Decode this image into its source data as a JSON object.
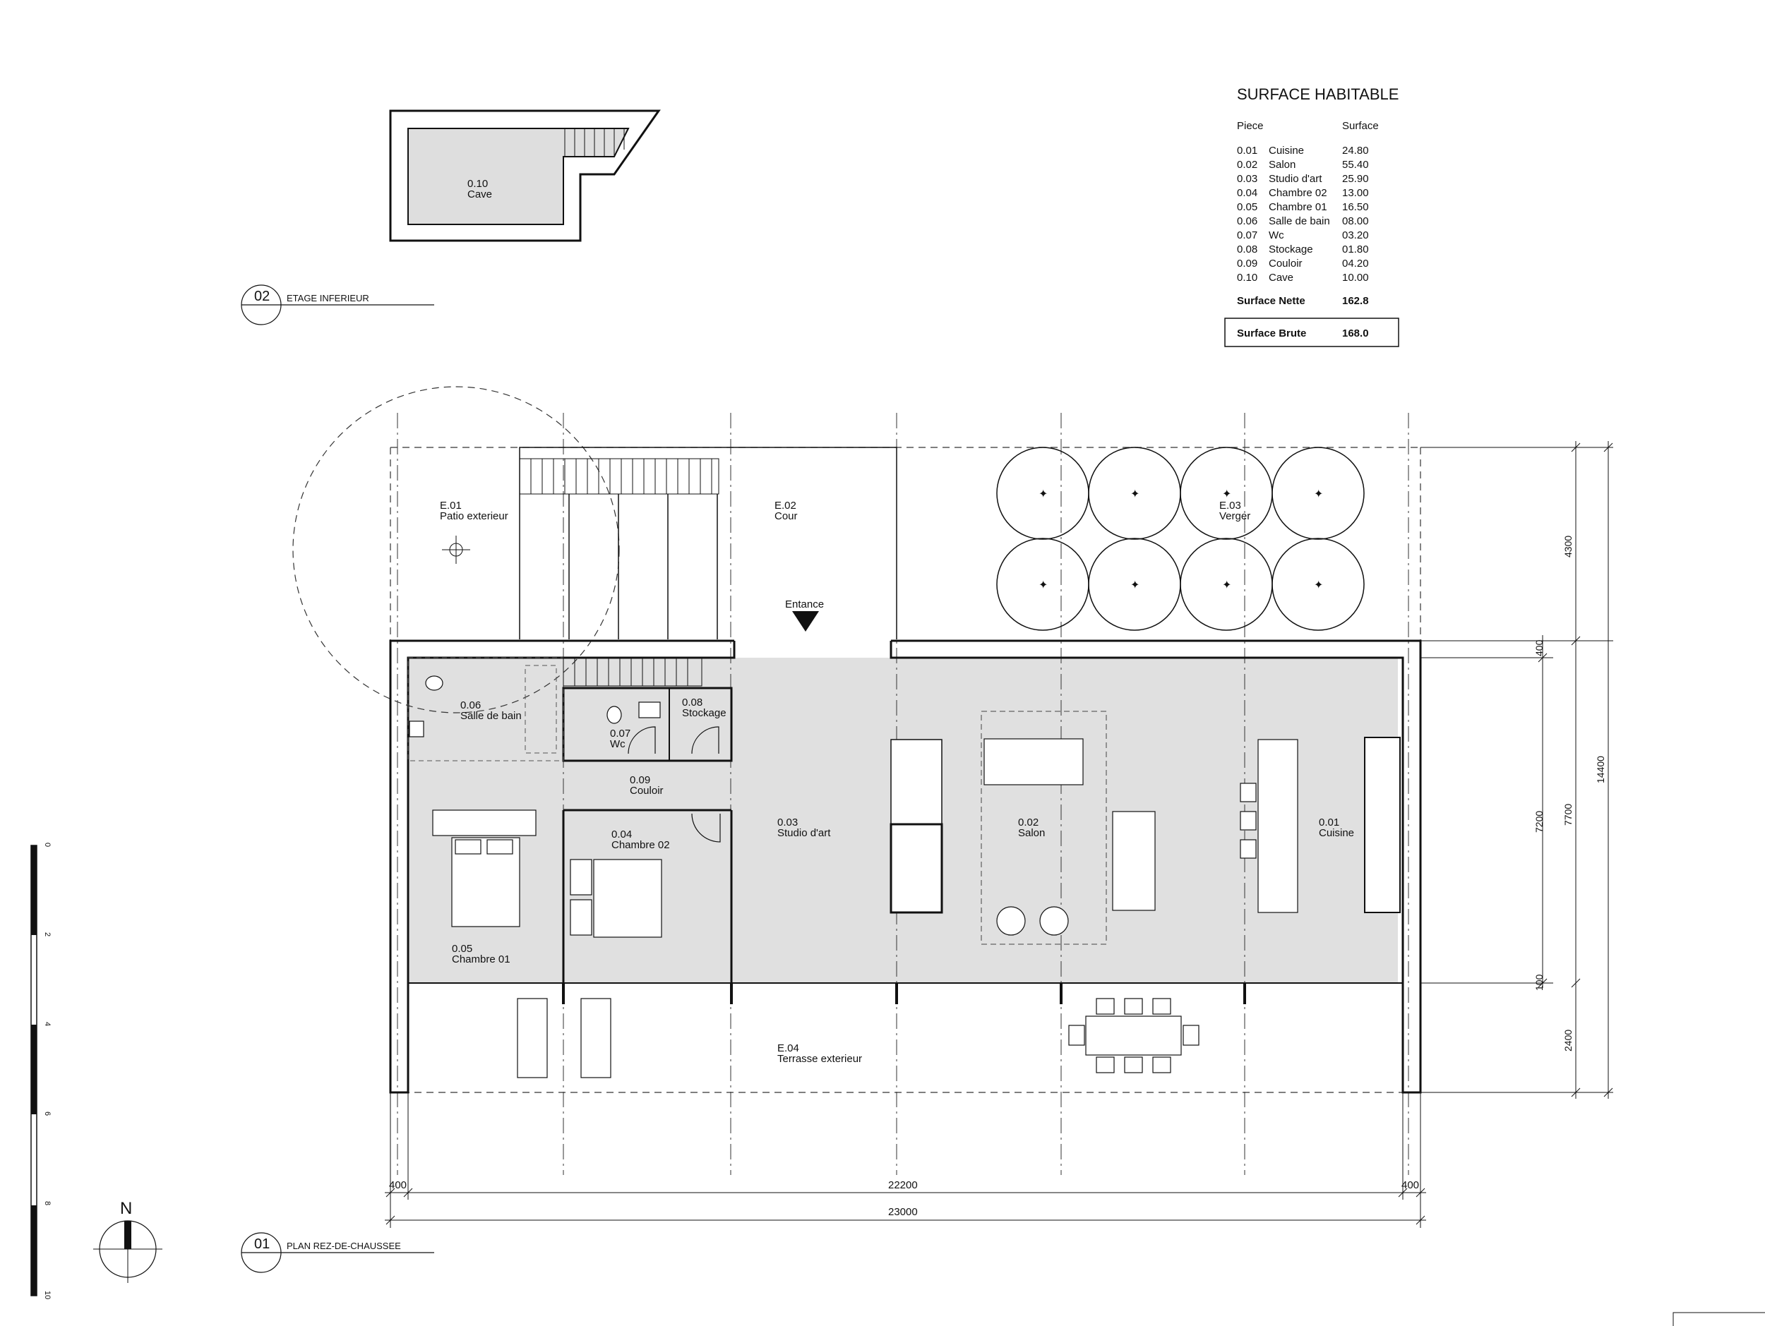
{
  "legend": {
    "title": "SURFACE HABITABLE",
    "col_piece": "Piece",
    "col_surface": "Surface",
    "rows": [
      {
        "code": "0.01",
        "name": "Cuisine",
        "surface": "24.80"
      },
      {
        "code": "0.02",
        "name": "Salon",
        "surface": "55.40"
      },
      {
        "code": "0.03",
        "name": "Studio d'art",
        "surface": "25.90"
      },
      {
        "code": "0.04",
        "name": "Chambre 02",
        "surface": "13.00"
      },
      {
        "code": "0.05",
        "name": "Chambre 01",
        "surface": "16.50"
      },
      {
        "code": "0.06",
        "name": "Salle de bain",
        "surface": "08.00"
      },
      {
        "code": "0.07",
        "name": "Wc",
        "surface": "03.20"
      },
      {
        "code": "0.08",
        "name": "Stockage",
        "surface": "01.80"
      },
      {
        "code": "0.09",
        "name": "Couloir",
        "surface": "04.20"
      },
      {
        "code": "0.10",
        "name": "Cave",
        "surface": "10.00"
      }
    ],
    "nette_label": "Surface Nette",
    "nette_value": "162.8",
    "brute_label": "Surface Brute",
    "brute_value": "168.0"
  },
  "titles": {
    "lower_num": "02",
    "lower_label": "ETAGE INFERIEUR",
    "ground_num": "01",
    "ground_label": "PLAN REZ-DE-CHAUSSEE"
  },
  "rooms": {
    "cave": {
      "code": "0.10",
      "name": "Cave"
    },
    "patio": {
      "code": "E.01",
      "name": "Patio exterieur"
    },
    "cour": {
      "code": "E.02",
      "name": "Cour"
    },
    "verger": {
      "code": "E.03",
      "name": "Verger"
    },
    "terrasse": {
      "code": "E.04",
      "name": "Terrasse exterieur"
    },
    "sdb": {
      "code": "0.06",
      "name": "Salle de bain"
    },
    "wc": {
      "code": "0.07",
      "name": "Wc"
    },
    "stockage": {
      "code": "0.08",
      "name": "Stockage"
    },
    "couloir": {
      "code": "0.09",
      "name": "Couloir"
    },
    "chambre02": {
      "code": "0.04",
      "name": "Chambre 02"
    },
    "studio": {
      "code": "0.03",
      "name": "Studio d'art"
    },
    "salon": {
      "code": "0.02",
      "name": "Salon"
    },
    "cuisine": {
      "code": "0.01",
      "name": "Cuisine"
    },
    "chambre01": {
      "code": "0.05",
      "name": "Chambre 01"
    }
  },
  "entrance_label": "Entance",
  "dimensions": {
    "d4300": "4300",
    "d400": "400",
    "d7200": "7200",
    "d7700": "7700",
    "d14400": "14400",
    "d100": "100",
    "d2400": "2400",
    "left400": "400",
    "d22200": "22200",
    "right400": "400",
    "d23000": "23000"
  },
  "north_label": "N",
  "scale_labels": [
    "0",
    "2",
    "4",
    "6",
    "8",
    "10"
  ]
}
